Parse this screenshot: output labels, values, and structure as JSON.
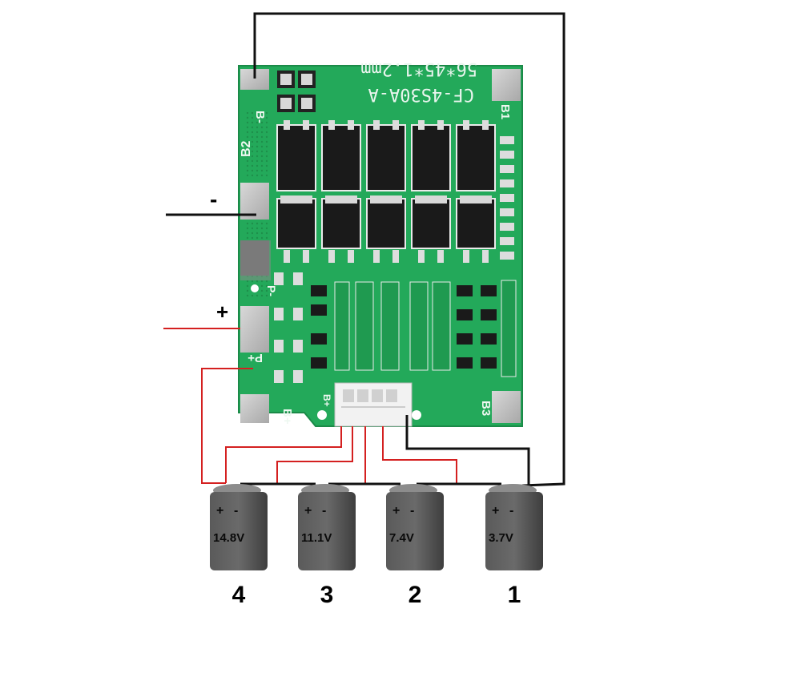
{
  "board": {
    "model": "CF-4S30A-A",
    "dimensions": "56*45*1.2mm",
    "pads": {
      "b_minus": "B-",
      "b1": "B1",
      "b2": "B2",
      "b3": "B3",
      "p_minus": "P-",
      "p_plus": "P+",
      "b_plus": "B+",
      "b_plus_small": "B+"
    }
  },
  "load": {
    "minus_label": "-",
    "plus_label": "+"
  },
  "cells": [
    {
      "number": "4",
      "voltage": "14.8V",
      "plus": "+",
      "minus": "-"
    },
    {
      "number": "3",
      "voltage": "11.1V",
      "plus": "+",
      "minus": "-"
    },
    {
      "number": "2",
      "voltage": "7.4V",
      "plus": "+",
      "minus": "-"
    },
    {
      "number": "1",
      "voltage": "3.7V",
      "plus": "+",
      "minus": "-"
    }
  ],
  "colors": {
    "pcb": "#23a95a",
    "pcb_dark": "#1c8f4b",
    "positive_wire": "#d42020",
    "negative_wire": "#111111",
    "cell_body": "#4c4c4c"
  }
}
